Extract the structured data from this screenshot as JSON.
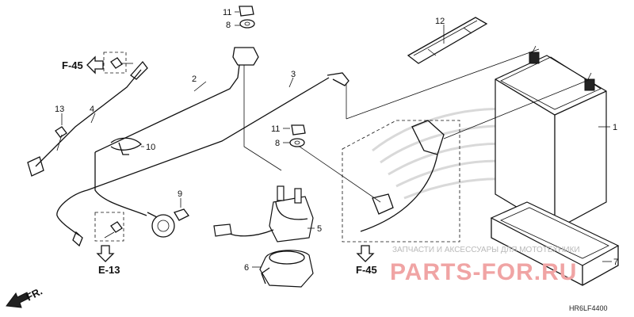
{
  "parts": [
    {
      "num": "1"
    },
    {
      "num": "2"
    },
    {
      "num": "3"
    },
    {
      "num": "4"
    },
    {
      "num": "5"
    },
    {
      "num": "6"
    },
    {
      "num": "7"
    },
    {
      "num": "8"
    },
    {
      "num": "8"
    },
    {
      "num": "9"
    },
    {
      "num": "10"
    },
    {
      "num": "11"
    },
    {
      "num": "11"
    },
    {
      "num": "12"
    },
    {
      "num": "13"
    }
  ],
  "refs": {
    "f45_top": "F-45",
    "e13": "E-13",
    "f45_bottom": "F-45"
  },
  "direction_label": "FR.",
  "watermark": {
    "line1": "ЗАПЧАСТИ И АКСЕССУАРЫ ДЛЯ МОТОТЕХНИКИ",
    "line2": "PARTS-FOR.RU"
  },
  "diagram_code": "HR6LF4400"
}
